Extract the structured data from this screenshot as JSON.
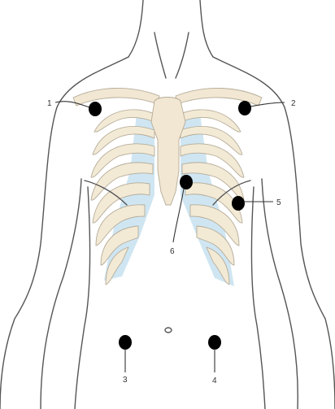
{
  "electrodes": [
    {
      "label": "1"
    },
    {
      "label": "2"
    },
    {
      "label": "3"
    },
    {
      "label": "4"
    },
    {
      "label": "5"
    },
    {
      "label": "6"
    }
  ],
  "colors": {
    "electrode": "#000000",
    "bone": "#f3ead6",
    "cartilage": "#cfe6f2",
    "outline": "#555555"
  }
}
